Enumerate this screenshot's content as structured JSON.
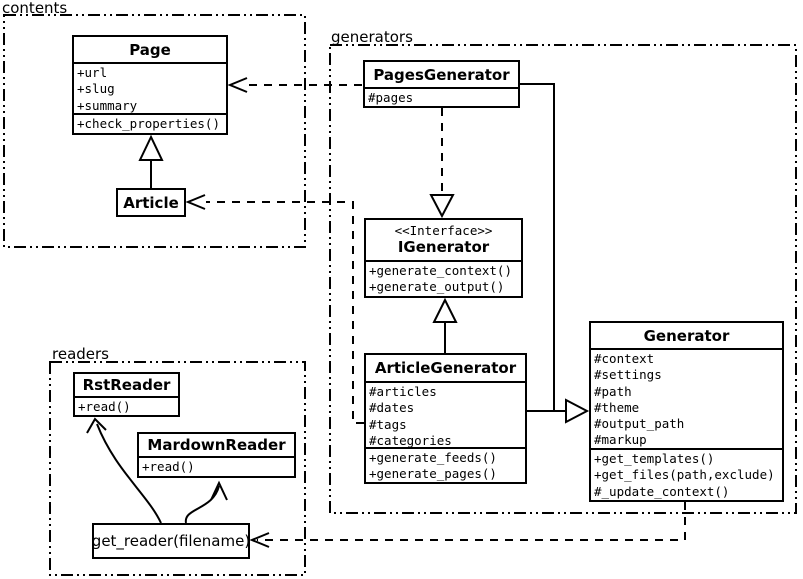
{
  "colors": {
    "line": "#000000",
    "background": "#ffffff"
  },
  "packages": {
    "contents": {
      "label": "contents"
    },
    "generators": {
      "label": "generators"
    },
    "readers": {
      "label": "readers"
    }
  },
  "classes": {
    "page": {
      "name": "Page",
      "attributes": [
        "+url",
        "+slug",
        "+summary"
      ],
      "methods": [
        "+check_properties()"
      ]
    },
    "article": {
      "name": "Article"
    },
    "pages_generator": {
      "name": "PagesGenerator",
      "attributes": [
        "#pages"
      ]
    },
    "igenerator": {
      "stereotype": "<<Interface>>",
      "name": "IGenerator",
      "methods": [
        "+generate_context()",
        "+generate_output()"
      ]
    },
    "article_generator": {
      "name": "ArticleGenerator",
      "attributes": [
        "#articles",
        "#dates",
        "#tags",
        "#categories"
      ],
      "methods": [
        "+generate_feeds()",
        "+generate_pages()"
      ]
    },
    "generator": {
      "name": "Generator",
      "attributes": [
        "#context",
        "#settings",
        "#path",
        "#theme",
        "#output_path",
        "#markup"
      ],
      "methods": [
        "+get_templates()",
        "+get_files(path,exclude)",
        "#_update_context()"
      ]
    },
    "rst_reader": {
      "name": "RstReader",
      "methods": [
        "+read()"
      ]
    },
    "mardown_reader": {
      "name": "MardownReader",
      "methods": [
        "+read()"
      ]
    },
    "get_reader": {
      "name": "get_reader(filename)"
    }
  },
  "relationships": [
    {
      "from": "Article",
      "to": "Page",
      "type": "generalization",
      "line": "solid",
      "head": "hollow-triangle"
    },
    {
      "from": "PagesGenerator",
      "to": "Page",
      "type": "dependency",
      "line": "dashed",
      "head": "open-arrow"
    },
    {
      "from": "ArticleGenerator",
      "to": "Article",
      "type": "dependency",
      "line": "dashed",
      "head": "open-arrow"
    },
    {
      "from": "PagesGenerator",
      "to": "IGenerator",
      "type": "realization",
      "line": "dashed",
      "head": "hollow-triangle"
    },
    {
      "from": "ArticleGenerator",
      "to": "IGenerator",
      "type": "generalization",
      "line": "solid",
      "head": "hollow-triangle"
    },
    {
      "from": "PagesGenerator",
      "to": "Generator",
      "type": "generalization",
      "line": "solid",
      "head": "hollow-triangle"
    },
    {
      "from": "ArticleGenerator",
      "to": "Generator",
      "type": "generalization",
      "line": "solid",
      "head": "hollow-triangle"
    },
    {
      "from": "Generator",
      "to": "get_reader(filename)",
      "type": "dependency",
      "line": "dashed",
      "head": "open-arrow"
    },
    {
      "from": "get_reader(filename)",
      "to": "RstReader",
      "type": "call",
      "line": "solid-curve",
      "head": "open-arrow"
    },
    {
      "from": "get_reader(filename)",
      "to": "MardownReader",
      "type": "call",
      "line": "solid-curve",
      "head": "open-arrow"
    }
  ]
}
